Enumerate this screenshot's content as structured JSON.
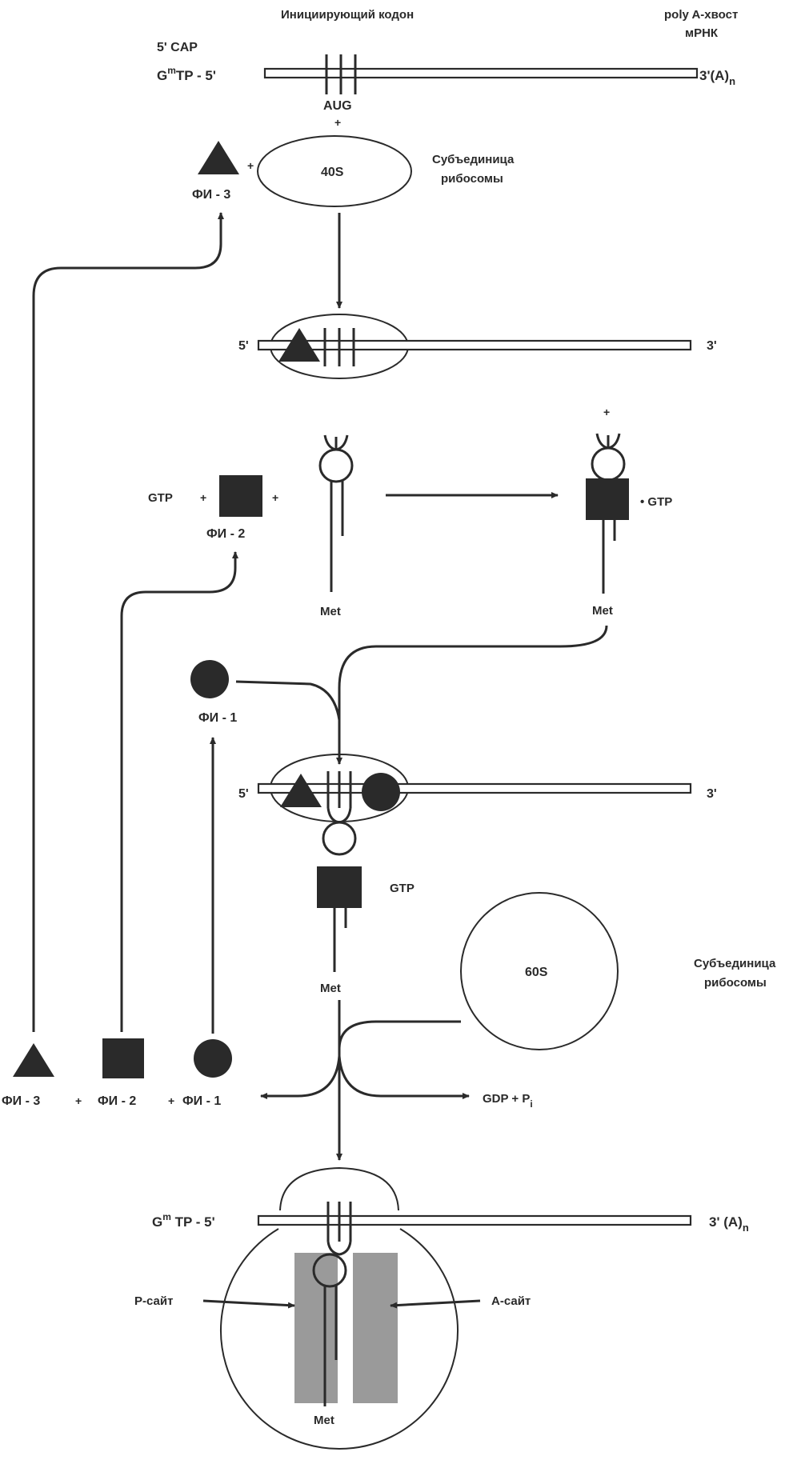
{
  "labels": {
    "initiating_codon": "Инициирующий кодон",
    "cap_5": "5' CAP",
    "gmtp_top": "G",
    "gmtp_sup": "m",
    "gmtp_rest": "TP - 5'",
    "polya_line1": "poly A-хвост",
    "polya_line2": "мРНК",
    "three_an": "3'(A)",
    "three_an_sub": "n",
    "aug": "AUG",
    "plus": "+",
    "s40": "40S",
    "subunit_line1": "Субъединица",
    "subunit_line2": "рибосомы",
    "fi3": "ФИ - 3",
    "fi2": "ФИ - 2",
    "fi1": "ФИ - 1",
    "five_prime": "5'",
    "three_prime": "3'",
    "gtp": "GTP",
    "gtp_dot": "• GTP",
    "met": "Met",
    "s60": "60S",
    "gdp_pi": "GDP + P",
    "gdp_pi_sub": "i",
    "p_site": "P-сайт",
    "a_site": "A-сайт",
    "bottom_fi3": "ФИ - 3",
    "bottom_plus1": "+",
    "bottom_fi2": "ФИ - 2",
    "bottom_plus2": "+",
    "bottom_fi1": "ФИ - 1",
    "bottom_gmtp_g": "G",
    "bottom_gmtp_sup": "m",
    "bottom_gmtp_rest": " TP - 5'",
    "bottom_three": "3' (A)",
    "bottom_three_sub": "n"
  },
  "colors": {
    "ink": "#2a2a2a",
    "site_fill": "#9a9a9a"
  }
}
